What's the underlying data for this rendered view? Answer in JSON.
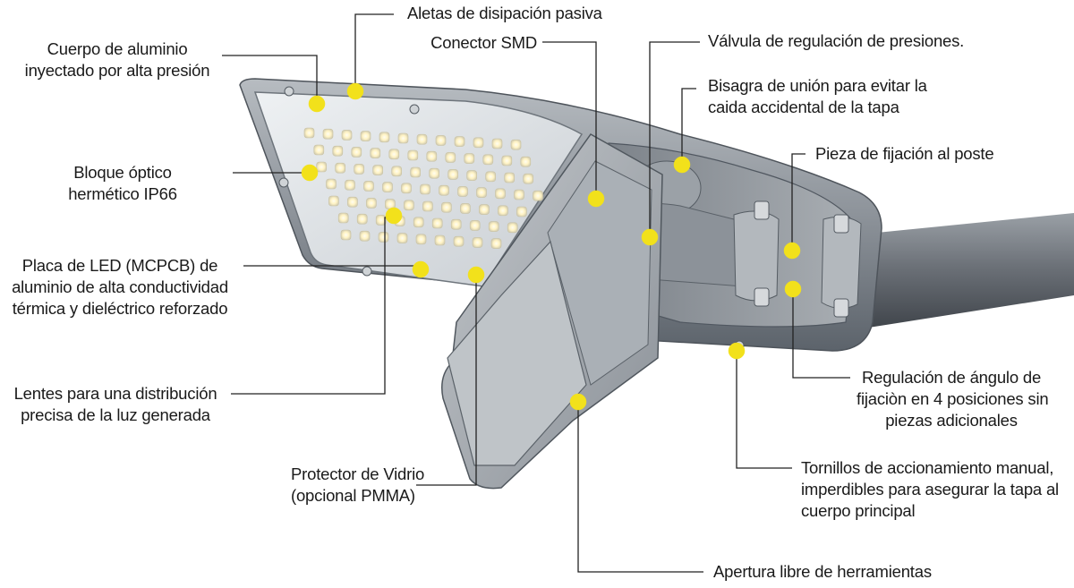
{
  "colors": {
    "callout_dot": "#f2e11b",
    "leader_line": "#222222",
    "housing": "#8f959b",
    "housing_dark": "#5a6068",
    "glass_panel": "#dfe3e7",
    "led_glow": "#fff6d0",
    "pole": "#6e737a",
    "text": "#1a1a1a"
  },
  "labels": {
    "aletas": [
      "Aletas de disipación pasiva"
    ],
    "cuerpo": [
      "Cuerpo de aluminio",
      "inyectado por alta presión"
    ],
    "conector": [
      "Conector SMD"
    ],
    "valvula": [
      "Válvula de regulación de presiones."
    ],
    "bisagra": [
      "Bisagra de unión para evitar la",
      "caida accidental de la tapa"
    ],
    "pieza": [
      "Pieza de fijación al poste"
    ],
    "bloque": [
      "Bloque óptico",
      "hermético IP66"
    ],
    "placa": [
      "Placa de LED (MCPCB) de",
      "aluminio de alta conductividad",
      "térmica y dieléctrico reforzado"
    ],
    "regulacion": [
      "Regulación de ángulo de",
      "fijaciòn en 4 posiciones sin",
      "piezas adicionales"
    ],
    "lentes": [
      "Lentes para una distribución",
      "precisa de la luz generada"
    ],
    "tornillos": [
      "Tornillos de accionamiento manual,",
      "imperdibles para asegurar la tapa al",
      "cuerpo principal"
    ],
    "protector": [
      "Protector de Vidrio",
      "(opcional PMMA)"
    ],
    "apertura": [
      "Apertura libre de herramientas"
    ]
  }
}
